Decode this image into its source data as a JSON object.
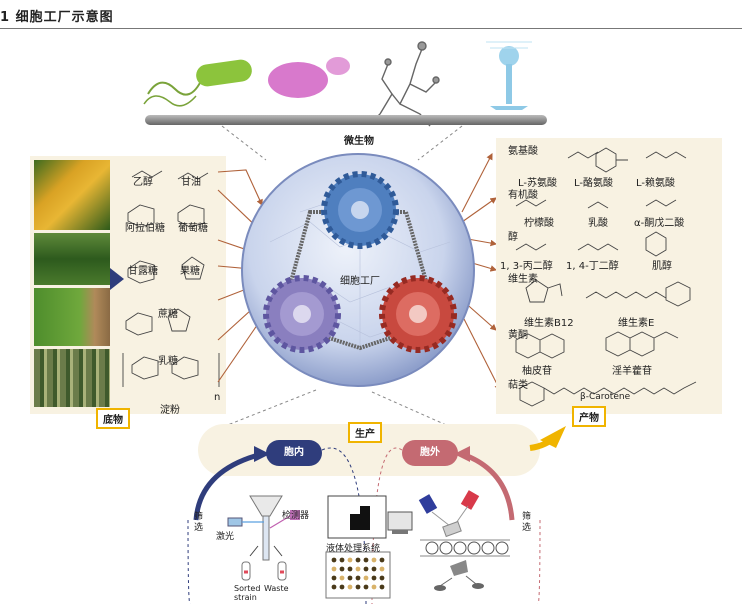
{
  "figure": {
    "title": "1 细胞工厂示意图"
  },
  "microbes": {
    "label": "微生物"
  },
  "substrate": {
    "box_label": "底物",
    "compounds": [
      "乙醇",
      "甘油",
      "阿拉伯糖",
      "葡萄糖",
      "甘露糖",
      "果糖",
      "蔗糖",
      "乳糖",
      "淀粉"
    ],
    "polymer_subscript": "n"
  },
  "center": {
    "label": "细胞工厂"
  },
  "products": {
    "box_label": "产物",
    "amino_acids": "氨基酸",
    "amino_acid_items": [
      "L-苏氨酸",
      "L-酪氨酸",
      "L-赖氨酸"
    ],
    "organic_acids": "有机酸",
    "organic_acid_items": [
      "柠檬酸",
      "乳酸",
      "α-酮戊二酸"
    ],
    "alcohols": "醇",
    "alcohol_items": [
      "1, 3-丙二醇",
      "1, 4-丁二醇",
      "肌醇"
    ],
    "vitamins": "维生素",
    "vitamin_items": [
      "维生素B12",
      "维生素E"
    ],
    "flavonoids": "黄酮",
    "flavonoid_items": [
      "柚皮苷",
      "淫羊藿苷"
    ],
    "terpenes": "萜类",
    "terpene_items": [
      "β-Carotene"
    ]
  },
  "production": {
    "label": "生产",
    "intracellular": "胞内",
    "extracellular": "胞外",
    "screen_left": "筛选",
    "screen_right": "筛选",
    "laser": "激光",
    "detector": "检测器",
    "liquid_handling": "液体处理系统",
    "sorted_strain": "Sorted strain",
    "waste": "Waste"
  },
  "colors": {
    "blue_gear": "#4f7fbf",
    "purple_gear": "#8a7fbf",
    "red_gear": "#c8493f",
    "sphere": "#d3dcef",
    "panel": "#f8f2e2",
    "box_border": "#f0b400",
    "arrow": "#b0623a",
    "navy": "#2f3d7c",
    "rose": "#c46a72"
  }
}
